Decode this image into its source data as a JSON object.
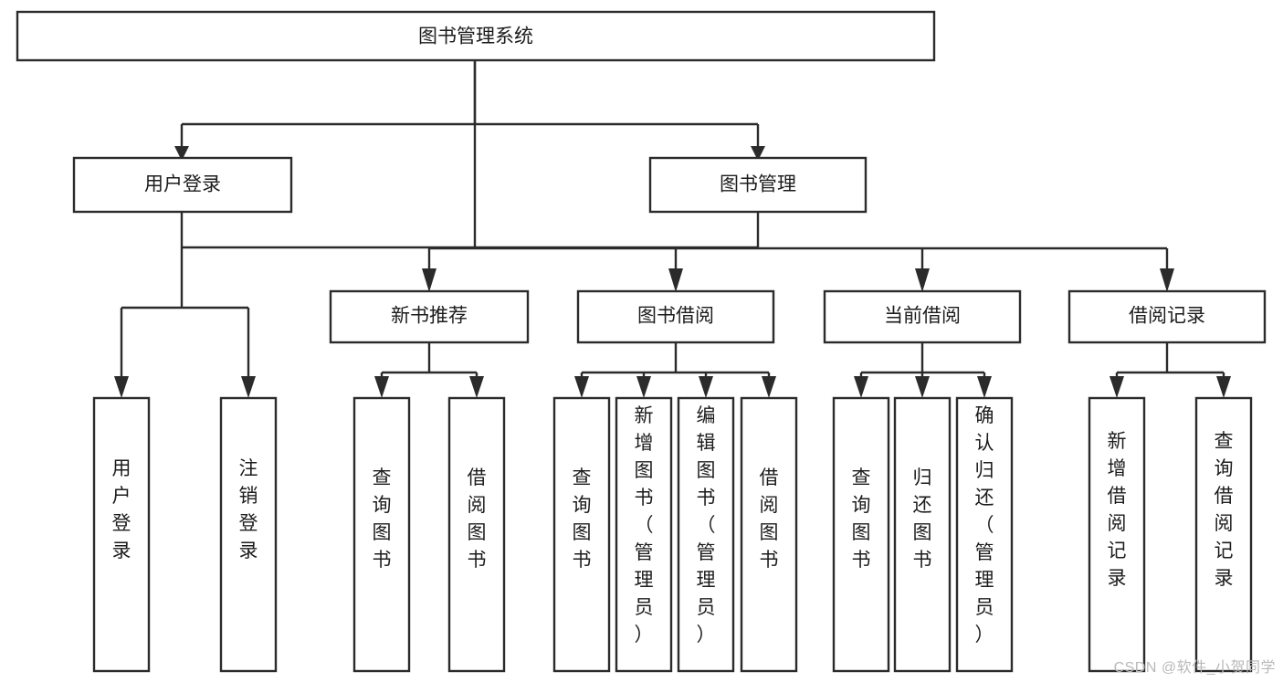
{
  "diagram": {
    "type": "tree-hierarchy",
    "title": "图书管理系统",
    "watermark": "CSDN @软件_小贺同学",
    "colors": {
      "stroke": "#2b2b2b",
      "fill": "#ffffff",
      "text": "#1c1c1c",
      "watermark": "#b9b9b9"
    },
    "nodes": {
      "root": {
        "label": "图书管理系统",
        "orientation": "horizontal"
      },
      "level1": [
        {
          "id": "user-login",
          "label": "用户登录",
          "orientation": "horizontal"
        },
        {
          "id": "book-manage",
          "label": "图书管理",
          "orientation": "horizontal"
        }
      ],
      "level2": [
        {
          "id": "new-book-recommend",
          "label": "新书推荐",
          "orientation": "horizontal",
          "parent": "book-manage"
        },
        {
          "id": "book-borrow",
          "label": "图书借阅",
          "orientation": "horizontal",
          "parent": "book-manage"
        },
        {
          "id": "current-borrow",
          "label": "当前借阅",
          "orientation": "horizontal",
          "parent": "book-manage"
        },
        {
          "id": "borrow-record",
          "label": "借阅记录",
          "orientation": "horizontal",
          "parent": "book-manage"
        }
      ],
      "leaves": [
        {
          "id": "leaf-user-login",
          "label": "用户登录",
          "orientation": "vertical",
          "parent": "user-login"
        },
        {
          "id": "leaf-logout-login",
          "label": "注销登录",
          "orientation": "vertical",
          "parent": "user-login"
        },
        {
          "id": "leaf-query-book-1",
          "label": "查询图书",
          "orientation": "vertical",
          "parent": "new-book-recommend"
        },
        {
          "id": "leaf-borrow-book-1",
          "label": "借阅图书",
          "orientation": "vertical",
          "parent": "new-book-recommend"
        },
        {
          "id": "leaf-query-book-2",
          "label": "查询图书",
          "orientation": "vertical",
          "parent": "book-borrow"
        },
        {
          "id": "leaf-add-book",
          "label": "新增图书（管理员）",
          "orientation": "vertical",
          "parent": "book-borrow"
        },
        {
          "id": "leaf-edit-book",
          "label": "编辑图书（管理员）",
          "orientation": "vertical",
          "parent": "book-borrow"
        },
        {
          "id": "leaf-borrow-book-2",
          "label": "借阅图书",
          "orientation": "vertical",
          "parent": "book-borrow"
        },
        {
          "id": "leaf-query-book-3",
          "label": "查询图书",
          "orientation": "vertical",
          "parent": "current-borrow"
        },
        {
          "id": "leaf-return-book",
          "label": "归还图书",
          "orientation": "vertical",
          "parent": "current-borrow"
        },
        {
          "id": "leaf-confirm-return",
          "label": "确认归还（管理员）",
          "orientation": "vertical",
          "parent": "current-borrow"
        },
        {
          "id": "leaf-add-record",
          "label": "新增借阅记录",
          "orientation": "vertical",
          "parent": "borrow-record"
        },
        {
          "id": "leaf-query-record",
          "label": "查询借阅记录",
          "orientation": "vertical",
          "parent": "borrow-record"
        }
      ]
    }
  }
}
